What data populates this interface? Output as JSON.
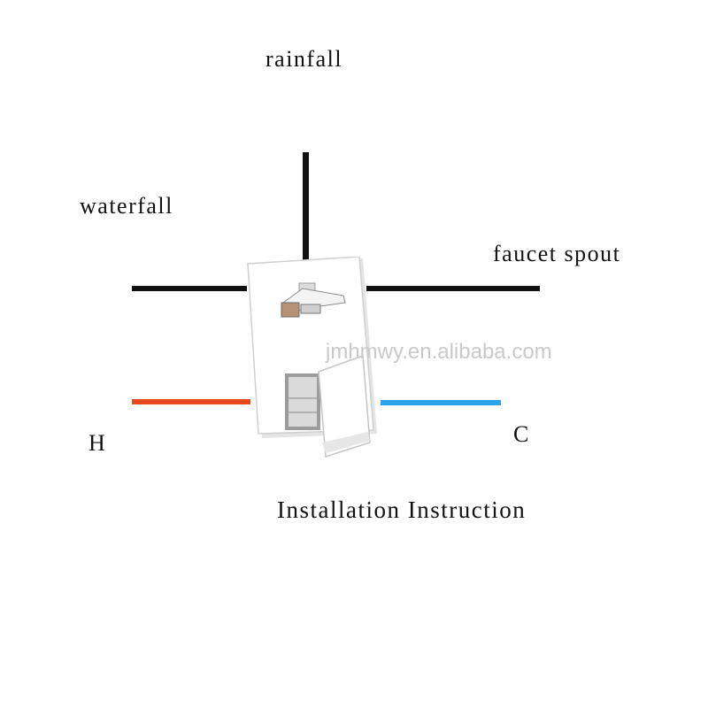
{
  "labels": {
    "rainfall": "rainfall",
    "waterfall": "waterfall",
    "faucet_spout": "faucet spout",
    "hot": "H",
    "cold": "C",
    "title": "Installation Instruction"
  },
  "watermark": "jmhmwy.en.alibaba.com",
  "colors": {
    "outlet_pipe": "#111111",
    "hot_pipe": "#e8491f",
    "cold_pipe": "#2aa3ea",
    "valve_body": "#ffffff",
    "valve_shadow": "#d8d8d8"
  }
}
